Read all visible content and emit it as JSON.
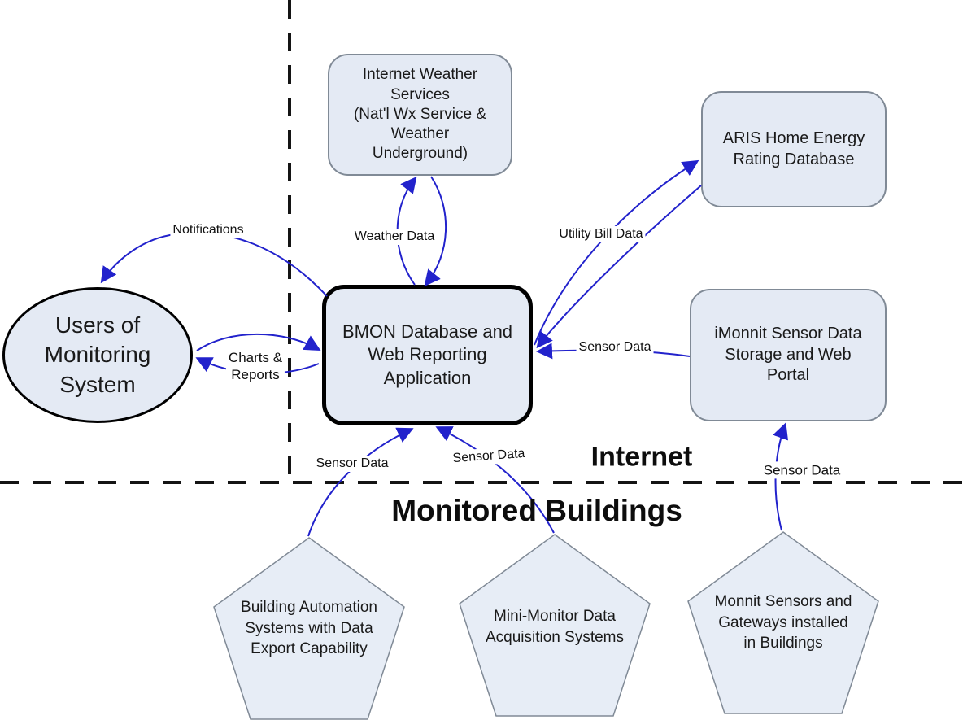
{
  "diagram": {
    "regions": {
      "internet": "Internet",
      "monitored_buildings": "Monitored Buildings"
    },
    "nodes": {
      "weather": "Internet Weather\nServices\n(Nat'l Wx Service &\nWeather\nUnderground)",
      "aris": "ARIS Home Energy\nRating Database",
      "users": "Users of\nMonitoring\nSystem",
      "bmon": "BMON Database and\nWeb Reporting\nApplication",
      "imonnit": "iMonnit Sensor Data\nStorage and Web\nPortal",
      "building_automation": "Building Automation\nSystems with Data\nExport Capability",
      "mini_monitor": "Mini-Monitor Data\nAcquisition Systems",
      "monnit_sensors": "Monnit Sensors and\nGateways installed\nin Buildings"
    },
    "edge_labels": {
      "notifications": "Notifications",
      "weather_data": "Weather Data",
      "utility_bill_data": "Utility Bill Data",
      "charts_reports": "Charts &\nReports",
      "sensor_data_imonnit": "Sensor Data",
      "sensor_data_building_automation": "Sensor Data",
      "sensor_data_mini_monitor": "Sensor Data",
      "sensor_data_monnit": "Sensor Data"
    },
    "colors": {
      "node_fill": "#E4EAF4",
      "node_border": "#808A96",
      "arrow_blue": "#2222CC",
      "outline_black": "#000000",
      "divider_black": "#141414"
    }
  }
}
